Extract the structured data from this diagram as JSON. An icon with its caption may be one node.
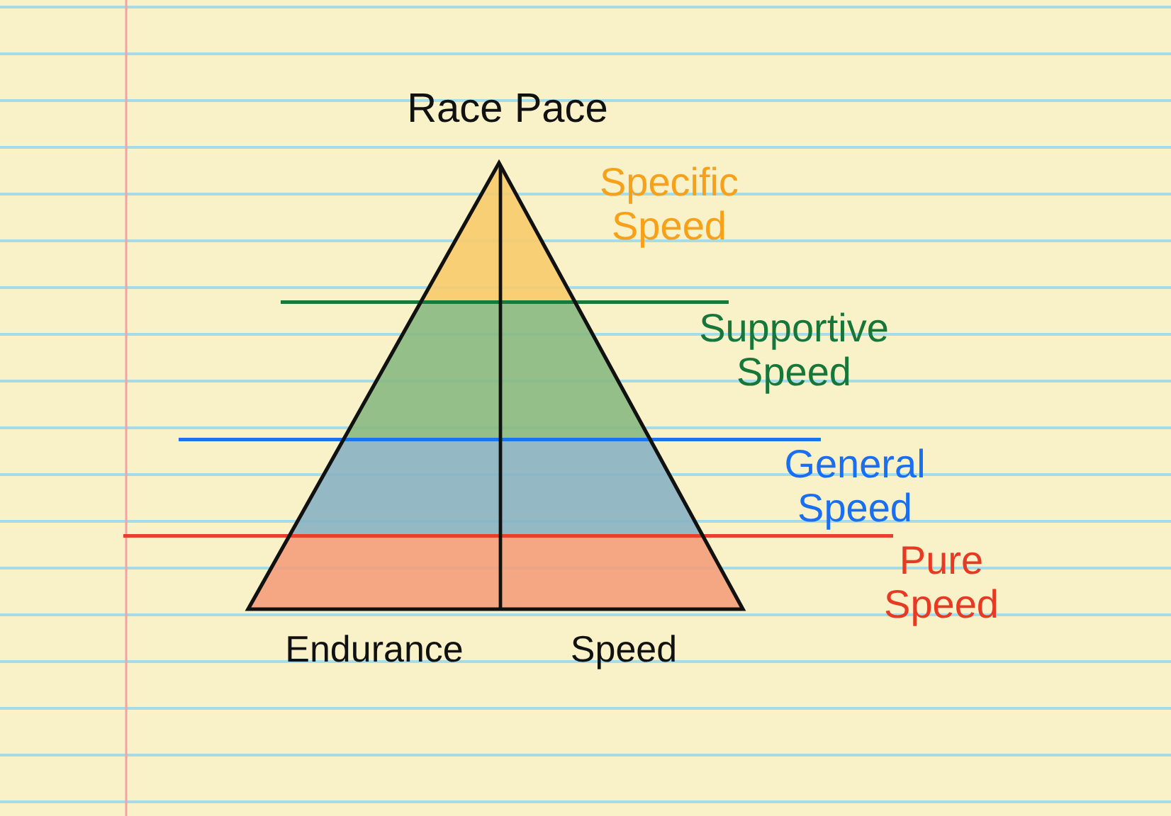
{
  "diagram": {
    "nodes": [
      {
        "text": [],
        "shape": "triangle",
        "beside": [
          "Specific Speed"
        ]
      },
      {
        "text": [],
        "shape": "band",
        "beside": [
          "Supportive Speed"
        ]
      },
      {
        "text": [],
        "shape": "band",
        "beside": [
          "General Speed"
        ]
      },
      {
        "text": [],
        "shape": "band",
        "beside": [
          "Pure Speed"
        ]
      }
    ],
    "labels": [
      "Race Pace",
      "Endurance",
      "Speed"
    ]
  }
}
